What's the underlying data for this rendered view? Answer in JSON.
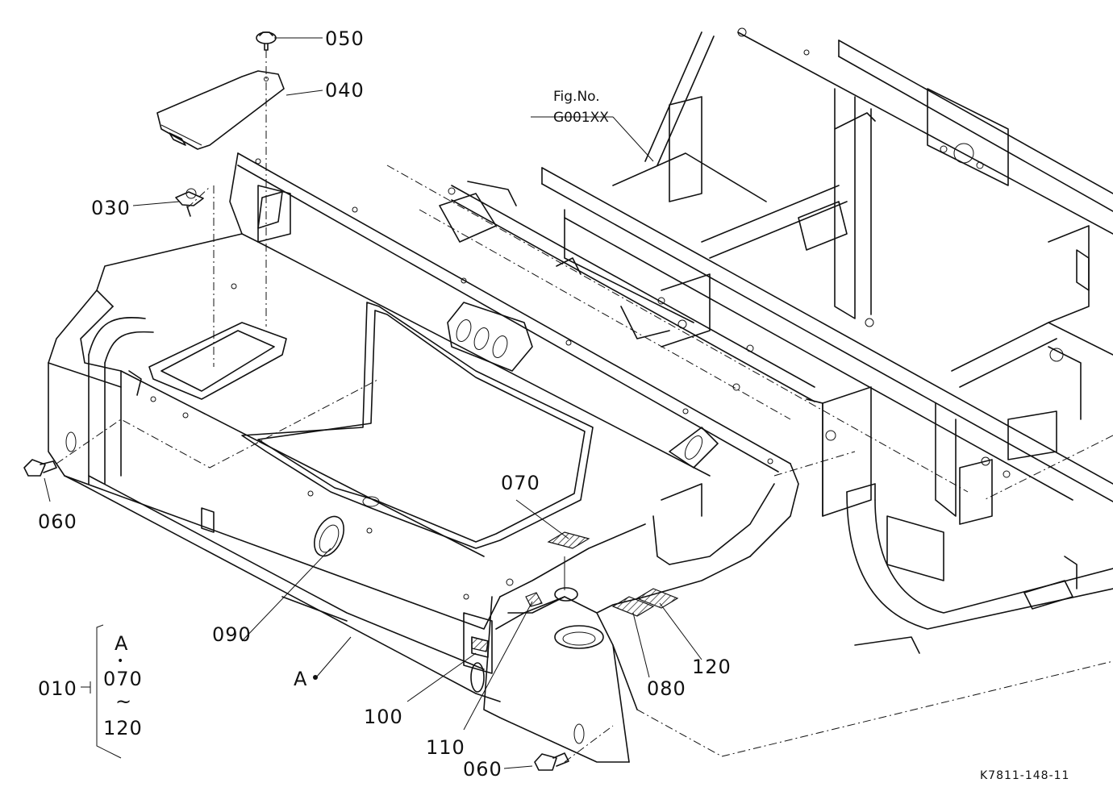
{
  "figure": {
    "fig_ref_line1": "Fig.No.",
    "fig_ref_line2": "G001XX",
    "drawing_code": "K7811-148-11"
  },
  "labels": {
    "p050": "050",
    "p040": "040",
    "p030": "030",
    "p060_left": "060",
    "p060_bottom": "060",
    "p070": "070",
    "p080": "080",
    "p090": "090",
    "p100": "100",
    "p110": "110",
    "p120": "120",
    "p010": "010",
    "view_a": "A"
  },
  "kit": {
    "top": "A",
    "dot": "•",
    "from": "070",
    "tilde": "~",
    "to": "120"
  }
}
